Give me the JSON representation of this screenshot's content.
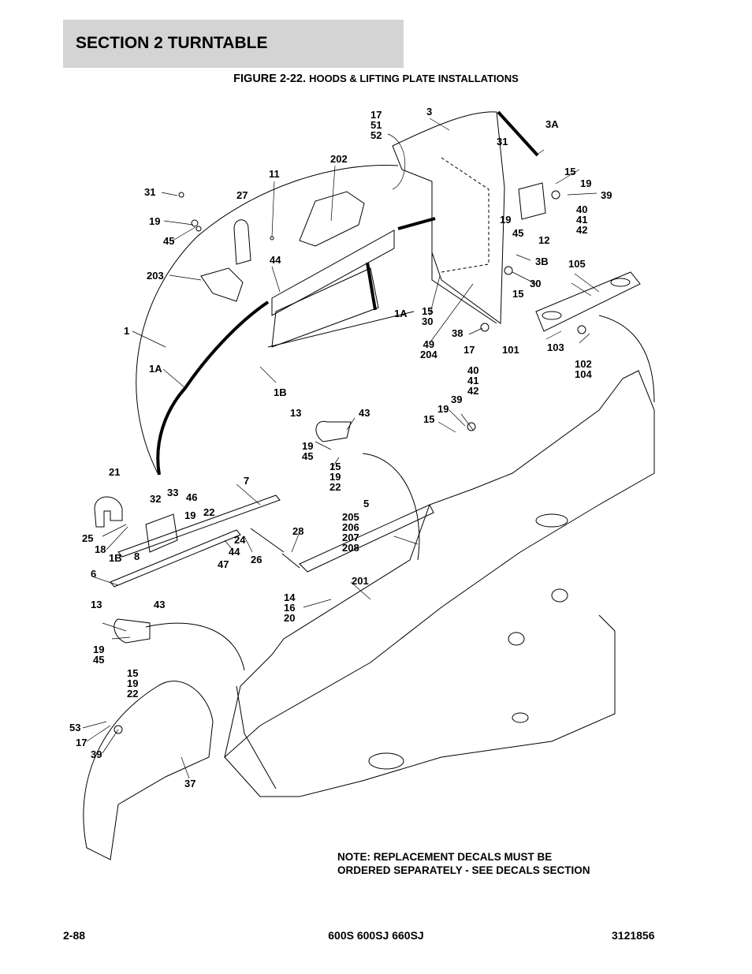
{
  "header": {
    "section": "SECTION 2   TURNTABLE"
  },
  "figure": {
    "number": "FIGURE 2-22.",
    "title": "HOODS & LIFTING PLATE INSTALLATIONS"
  },
  "note": {
    "line1": "NOTE:  REPLACEMENT DECALS MUST BE",
    "line2": "ORDERED SEPARATELY - SEE DECALS SECTION"
  },
  "footer": {
    "page": "2-88",
    "models": "600S 600SJ 660SJ",
    "doc_number": "3121856"
  },
  "callouts": [
    "17\n51\n52",
    "3",
    "3A",
    "31",
    "15",
    "19",
    "39",
    "40\n41\n42",
    "19",
    "45",
    "12",
    "202",
    "11",
    "31",
    "27",
    "19",
    "45",
    "44",
    "203",
    "3B",
    "30",
    "15",
    "105",
    "1A",
    "15\n30",
    "1",
    "38",
    "17",
    "49\n204",
    "101",
    "103",
    "102\n104",
    "1A",
    "1B",
    "40\n41\n42",
    "39",
    "19",
    "15",
    "13",
    "43",
    "19\n45",
    "15\n19\n22",
    "21",
    "7",
    "5",
    "33",
    "32",
    "46",
    "19",
    "22",
    "205\n206\n207\n208",
    "28",
    "25",
    "18",
    "1B",
    "8",
    "24",
    "44",
    "26",
    "47",
    "6",
    "201",
    "14\n16\n20",
    "13",
    "43",
    "19\n45",
    "15\n19\n22",
    "53",
    "17",
    "39",
    "37"
  ]
}
